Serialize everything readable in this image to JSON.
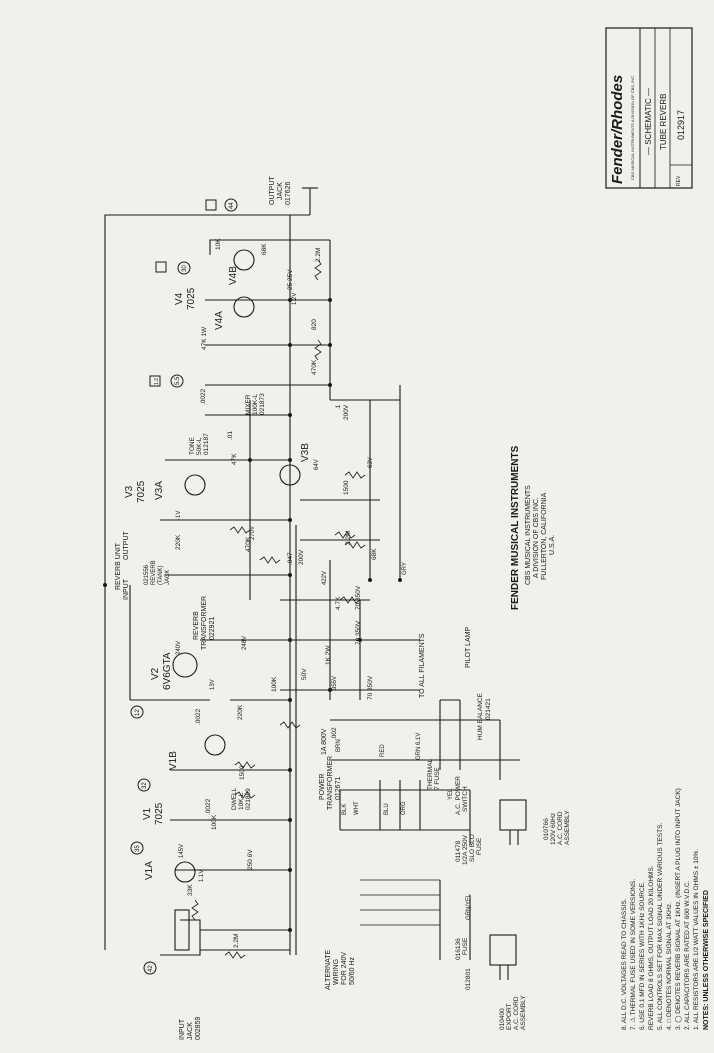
{
  "title_block": {
    "brand": "Fender/Rhodes",
    "brand_small": "CBS MUSICAL INSTRUMENTS A DIVISION OF CBS, INC.",
    "schematic_line": "— SCHEMATIC —",
    "product": "TUBE REVERB",
    "part_number": "012917",
    "rev": "REV"
  },
  "company": {
    "name": "FENDER MUSICAL INSTRUMENTS",
    "line1": "CBS MUSICAL INSTRUMENTS",
    "line2": "A DIVISION OF CBS INC.",
    "line3": "FULLERTON, CALIFORNIA",
    "line4": "U.S.A."
  },
  "tubes": {
    "v1": {
      "name": "V1",
      "type": "7025"
    },
    "v1a": "V1A",
    "v1b": "V1B",
    "v2": {
      "name": "V2",
      "type": "6V6GTA"
    },
    "v3": {
      "name": "V3",
      "type": "7025"
    },
    "v3a": "V3A",
    "v3b": "V3B",
    "v4": {
      "name": "V4",
      "type": "7025"
    },
    "v4a": "V4A",
    "v4b": "V4B"
  },
  "jacks": {
    "input": [
      "INPUT",
      "JACK",
      "002859"
    ],
    "output": [
      "OUTPUT",
      "JACK",
      "017626"
    ],
    "reverb_unit": "REVERB UNIT",
    "reverb_input": "INPUT",
    "reverb_output": "OUTPUT",
    "reverb_jack": [
      "021556",
      "REVERB",
      "(TANK)",
      "JACK"
    ]
  },
  "controls": {
    "dwell": [
      "DWELL",
      "10K-L",
      "021899"
    ],
    "tone": [
      "TONE",
      "50K-L",
      "012187"
    ],
    "mixer": [
      "MIXER",
      "100K-L",
      "021873"
    ],
    "hum_balance": [
      "HUM BALANCE",
      "021421"
    ]
  },
  "transformers": {
    "power": [
      "POWER",
      "TRANSFORMER",
      "012671"
    ],
    "reverb": [
      "REVERB",
      "TRANSFORMER",
      "022921"
    ]
  },
  "power": {
    "rectifier": "1A 800V",
    "fuse": [
      "011478",
      "1/2A 250V",
      "SLO BLO",
      "FUSE"
    ],
    "switch": [
      "A.C. POWER",
      "SWITCH"
    ],
    "cord": [
      "010766",
      "120V 60Hz",
      "A.C. CORD",
      "ASSEMBLY"
    ],
    "thermal_fuse": [
      "THERMAL",
      "7 FUSE"
    ],
    "alt_wiring": [
      "ALTERNATE",
      "WIRING",
      "FOR 240V",
      "50/60 Hz"
    ],
    "alt_fuse": [
      "016136",
      "FUSE"
    ],
    "alt_cord": [
      "010400",
      "EXPORT",
      "A.C. CORD",
      "ASSEMBLY"
    ],
    "alt_part": "012801",
    "pilot_lamp": "PILOT LAMP",
    "filaments": "TO ALL FILAMENTS"
  },
  "wire_colors": [
    "BLK",
    "WHT",
    "BLU",
    "ORG",
    "YEL",
    "GRN",
    "RED",
    "GRN/YEL",
    "BRN",
    "GRY"
  ],
  "components": {
    "r_33k": "33K",
    "r_2_2m": "2.2M",
    "r_1500": "1500",
    "r_100k": "100K",
    "r_220k": "220K",
    "r_4_7k": "4.7K",
    "r_470k": "470K",
    "r_47k": "47K",
    "r_68k": "68K",
    "r_820": "820",
    "r_10k": "10K",
    "c_0022": ".0022",
    "c_01": ".01",
    "c_1": ".1",
    "c_047": ".047",
    "c_002": ".002",
    "c_200v": "200V",
    "c_250_6v": "250 6V",
    "c_25_25v": "25 25V",
    "c_70_350v": "70 350V",
    "c_1k_2w": "1K 2W",
    "c_50v": "50V",
    "r_47_1w": "47K 1W"
  },
  "voltages": [
    "145V",
    "1.1V",
    "13V",
    "240V",
    "248V",
    "6.1V",
    "64V",
    "63V",
    "-1V",
    "1.2V",
    "422V",
    "355V",
    "270V"
  ],
  "notes": {
    "header": "NOTES: UNLESS OTHERWISE SPECIFIED",
    "lines": [
      "1. ALL RESISTORS ARE 1/2 WATT VALUES IN OHMS ± 10%.",
      "2. ALL CAPACITORS ARE RATED AT 600 W.V.D.C.",
      "3. ◯ DENOTES REVERB SIGNAL AT 1KHz. (INSERT A PLUG INTO INPUT JACK)",
      "4. □ DENOTES NORMAL SIGNAL AT 1KHz.",
      "5. ALL CONTROLS SET FOR MAX SIGNAL UNDER VARIOUS TESTS.",
      "   REVERB LOAD 8 OHMS, OUTPUT LOAD 20 KILOHMS.",
      "6. USE 0.1 MFD IN SERIES WITH 1KHz SOURCE.",
      "7. ⚠ THERMAL FUSE USED IN SOME VERSIONS.",
      "8. ALL D.C. VOLTAGES READ TO CHASSIS."
    ]
  },
  "signal_marks": [
    "42",
    "35",
    "32",
    "12",
    "1.2",
    "5.5",
    "30",
    "44"
  ]
}
